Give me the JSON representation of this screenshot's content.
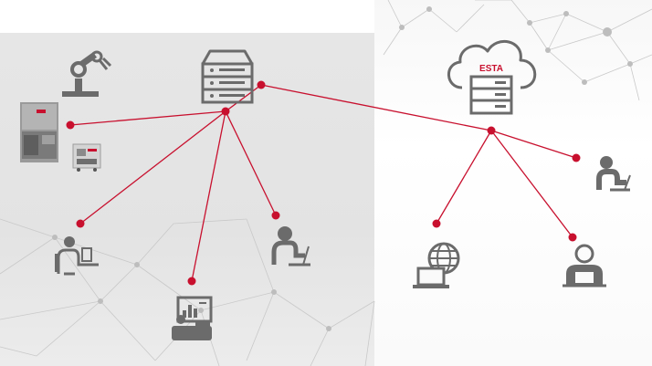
{
  "cloud_label": "ESTA",
  "colors": {
    "link": "#c8102e",
    "node": "#c8102e",
    "icon": "#6b6b6b",
    "mesh": "#c7c7c7",
    "panel_left": "#e5e5e5",
    "panel_right": "#fafafa"
  },
  "icons": [
    "robot-arm-icon",
    "server-rack-icon",
    "industrial-machine-image",
    "extraction-unit-image",
    "cloud-server-icon",
    "workstation-user-icon",
    "desk-user-icon",
    "presentation-user-icon",
    "laptop-user-icon",
    "globe-laptop-icon",
    "office-user-icon"
  ]
}
